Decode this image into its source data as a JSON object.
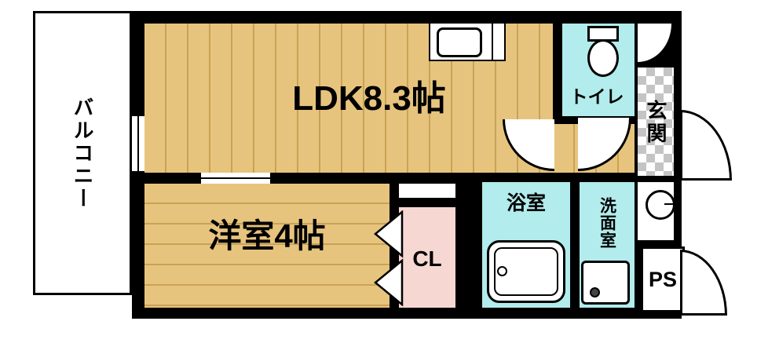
{
  "floorplan": {
    "rooms": {
      "balcony": "バルコニー",
      "ldk": "LDK8.3帖",
      "western_room": "洋室4帖",
      "closet": "CL",
      "toilet": "トイレ",
      "entrance": "玄関",
      "bathroom": "浴室",
      "washroom": "洗面室",
      "pipe_space": "PS"
    },
    "colors": {
      "wall": "#000000",
      "wood": "#e7c47e",
      "wood_line": "#c9a254",
      "water_blue": "#b2ecec",
      "closet_pink": "#f6d7d2",
      "tile_gray": "#c4c4c4",
      "white": "#ffffff"
    }
  }
}
